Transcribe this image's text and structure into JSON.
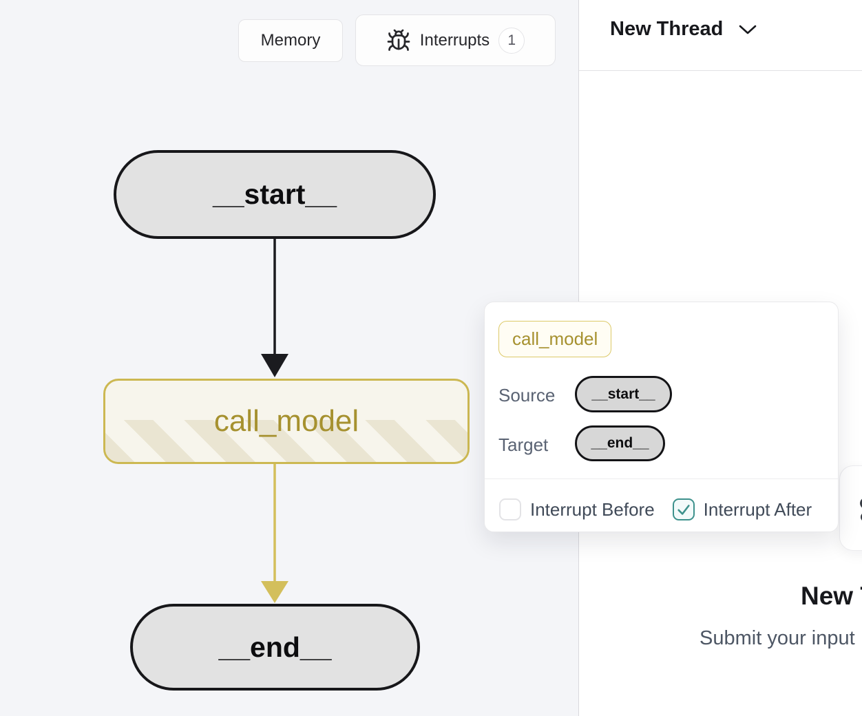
{
  "toolbar": {
    "memory_label": "Memory",
    "interrupts_label": "Interrupts",
    "interrupts_count": "1"
  },
  "thread_header": {
    "title": "New Thread"
  },
  "graph": {
    "nodes": [
      {
        "id": "__start__",
        "label": "__start__",
        "shape": "pill"
      },
      {
        "id": "call_model",
        "label": "call_model",
        "shape": "task",
        "highlighted": true
      },
      {
        "id": "__end__",
        "label": "__end__",
        "shape": "pill"
      }
    ],
    "edges": [
      {
        "source": "__start__",
        "target": "call_model",
        "color": "#1b1b1f"
      },
      {
        "source": "call_model",
        "target": "__end__",
        "color": "#d3bf5c"
      }
    ]
  },
  "popover": {
    "node_tag": "call_model",
    "source_label": "Source",
    "source_value": "__start__",
    "target_label": "Target",
    "target_value": "__end__",
    "interrupt_before": {
      "label": "Interrupt Before",
      "checked": false
    },
    "interrupt_after": {
      "label": "Interrupt After",
      "checked": true
    }
  },
  "empty_state": {
    "title": "New Thread",
    "subtitle": "Submit your input"
  },
  "colors": {
    "accent_yellow": "#ccb852",
    "olive_text": "#a6912f",
    "node_gray_fill": "#e2e2e2",
    "teal_checkbox": "#3d918c",
    "canvas_bg": "#f4f5f8"
  }
}
